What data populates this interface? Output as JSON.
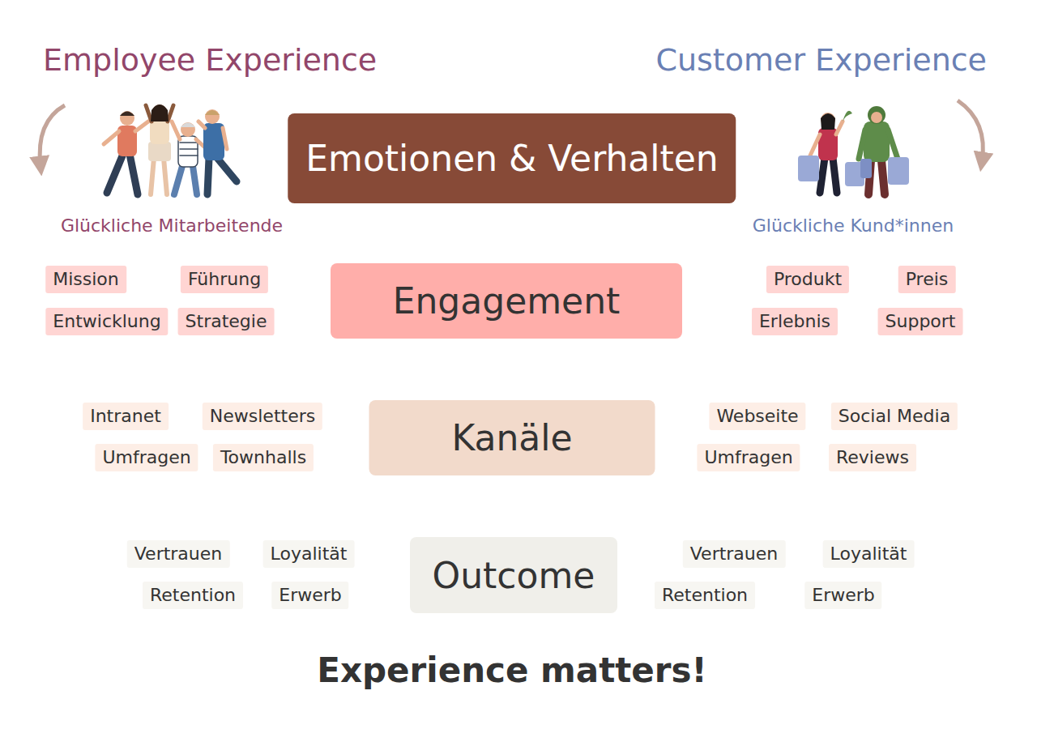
{
  "diagram": {
    "caption": "Experience matters!",
    "nodes": [
      {
        "text": [
          "Emotionen & Verhalten"
        ]
      },
      {
        "text": [
          "Mission"
        ]
      },
      {
        "text": [
          "Führung"
        ]
      },
      {
        "text": [
          "Entwicklung"
        ]
      },
      {
        "text": [
          "Strategie"
        ]
      },
      {
        "text": [
          "Engagement"
        ]
      },
      {
        "text": [
          "Produkt"
        ]
      },
      {
        "text": [
          "Preis"
        ]
      },
      {
        "text": [
          "Erlebnis"
        ]
      },
      {
        "text": [
          "Support"
        ]
      },
      {
        "text": [
          "Intranet"
        ]
      },
      {
        "text": [
          "Newsletters"
        ]
      },
      {
        "text": [
          "Umfragen"
        ]
      },
      {
        "text": [
          "Townhalls"
        ]
      },
      {
        "text": [
          "Kanäle"
        ]
      },
      {
        "text": [
          "Webseite"
        ]
      },
      {
        "text": [
          "Social Media"
        ]
      },
      {
        "text": [
          "Umfragen"
        ]
      },
      {
        "text": [
          "Reviews"
        ]
      },
      {
        "text": [
          "Vertrauen"
        ]
      },
      {
        "text": [
          "Loyalität"
        ]
      },
      {
        "text": [
          "Retention"
        ]
      },
      {
        "text": [
          "Erwerb"
        ]
      },
      {
        "text": [
          "Outcome"
        ]
      },
      {
        "text": [
          "Vertrauen"
        ]
      },
      {
        "text": [
          "Loyalität"
        ]
      },
      {
        "text": [
          "Retention"
        ]
      },
      {
        "text": [
          "Erwerb"
        ]
      }
    ],
    "labels": [
      "Employee Experience",
      "Customer Experience",
      "Glückliche Mitarbeitende",
      "Glückliche Kund*innen"
    ]
  }
}
